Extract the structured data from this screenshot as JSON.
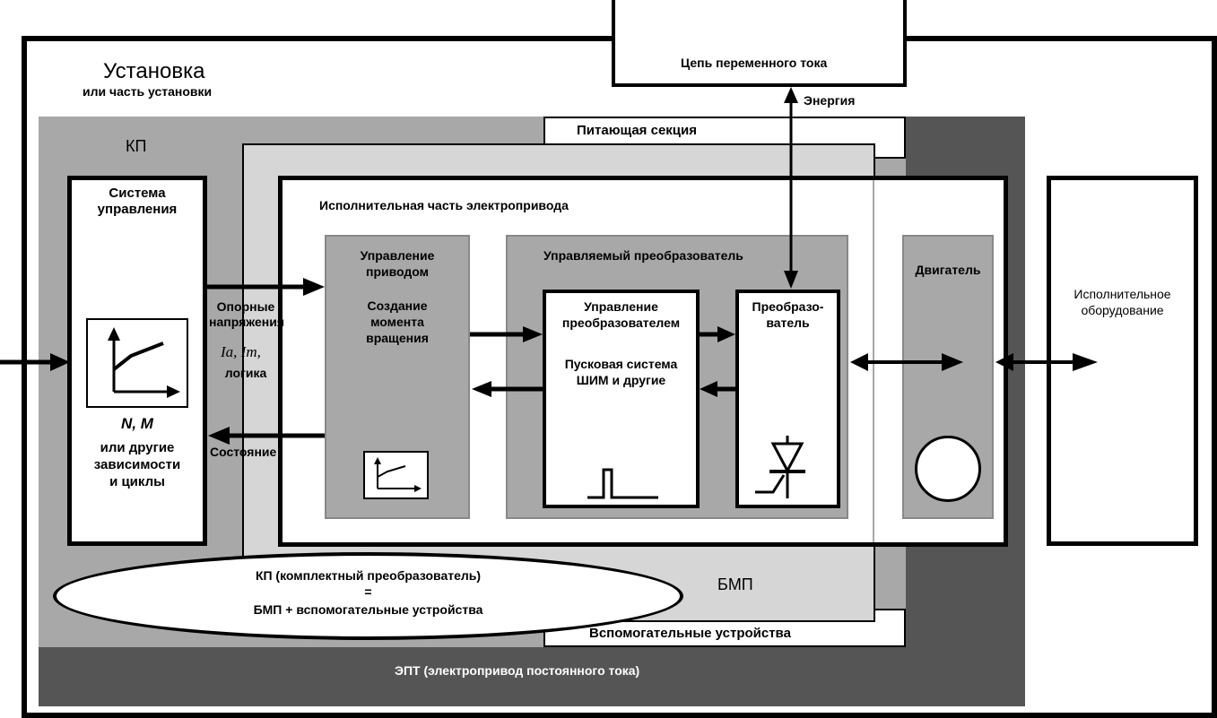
{
  "installation": {
    "title": "Установка",
    "subtitle": "или часть установки"
  },
  "ac_circuit": {
    "label": "Цепь переменного тока",
    "energy_label": "Энергия"
  },
  "kp": {
    "label": "КП"
  },
  "supply_section": {
    "label": "Питающая секция"
  },
  "control_system": {
    "title_line1": "Система",
    "title_line2": "управления",
    "chart_label": "N, M",
    "note_line1": "или другие",
    "note_line2": "зависимости",
    "note_line3": "и циклы"
  },
  "exec_part": {
    "title": "Исполнительная часть электропривода"
  },
  "signals": {
    "ref_line1": "Опорные",
    "ref_line2": "напряжения",
    "ia_im": "Ia, Im,",
    "logic": "логика",
    "status": "Состояние"
  },
  "drive_control": {
    "line1": "Управление",
    "line2": "приводом",
    "line3": "Создание",
    "line4": "момента",
    "line5": "вращения"
  },
  "controlled_converter": {
    "title": "Управляемый преобразователь"
  },
  "converter_control": {
    "line1": "Управление",
    "line2": "преобразователем",
    "line3": "Пусковая система",
    "line4": "ШИМ и другие"
  },
  "converter": {
    "line1": "Преобразо-",
    "line2": "ватель"
  },
  "motor": {
    "label": "Двигатель"
  },
  "equipment": {
    "line1": "Исполнительное",
    "line2": "оборудование"
  },
  "kp_def": {
    "line1": "КП (комплектный преобразователь)",
    "line2": "=",
    "line3": "БМП + вспомогательные устройства"
  },
  "bmp": {
    "label": "БМП"
  },
  "aux_devices": {
    "label": "Вспомогательные устройства"
  },
  "ept": {
    "label": "ЭПТ (электропривод постоянного тока)"
  },
  "colors": {
    "dark": "#555555",
    "mid": "#a8a8a8",
    "light": "#d6d6d6",
    "white": "#ffffff",
    "black": "#000000"
  }
}
